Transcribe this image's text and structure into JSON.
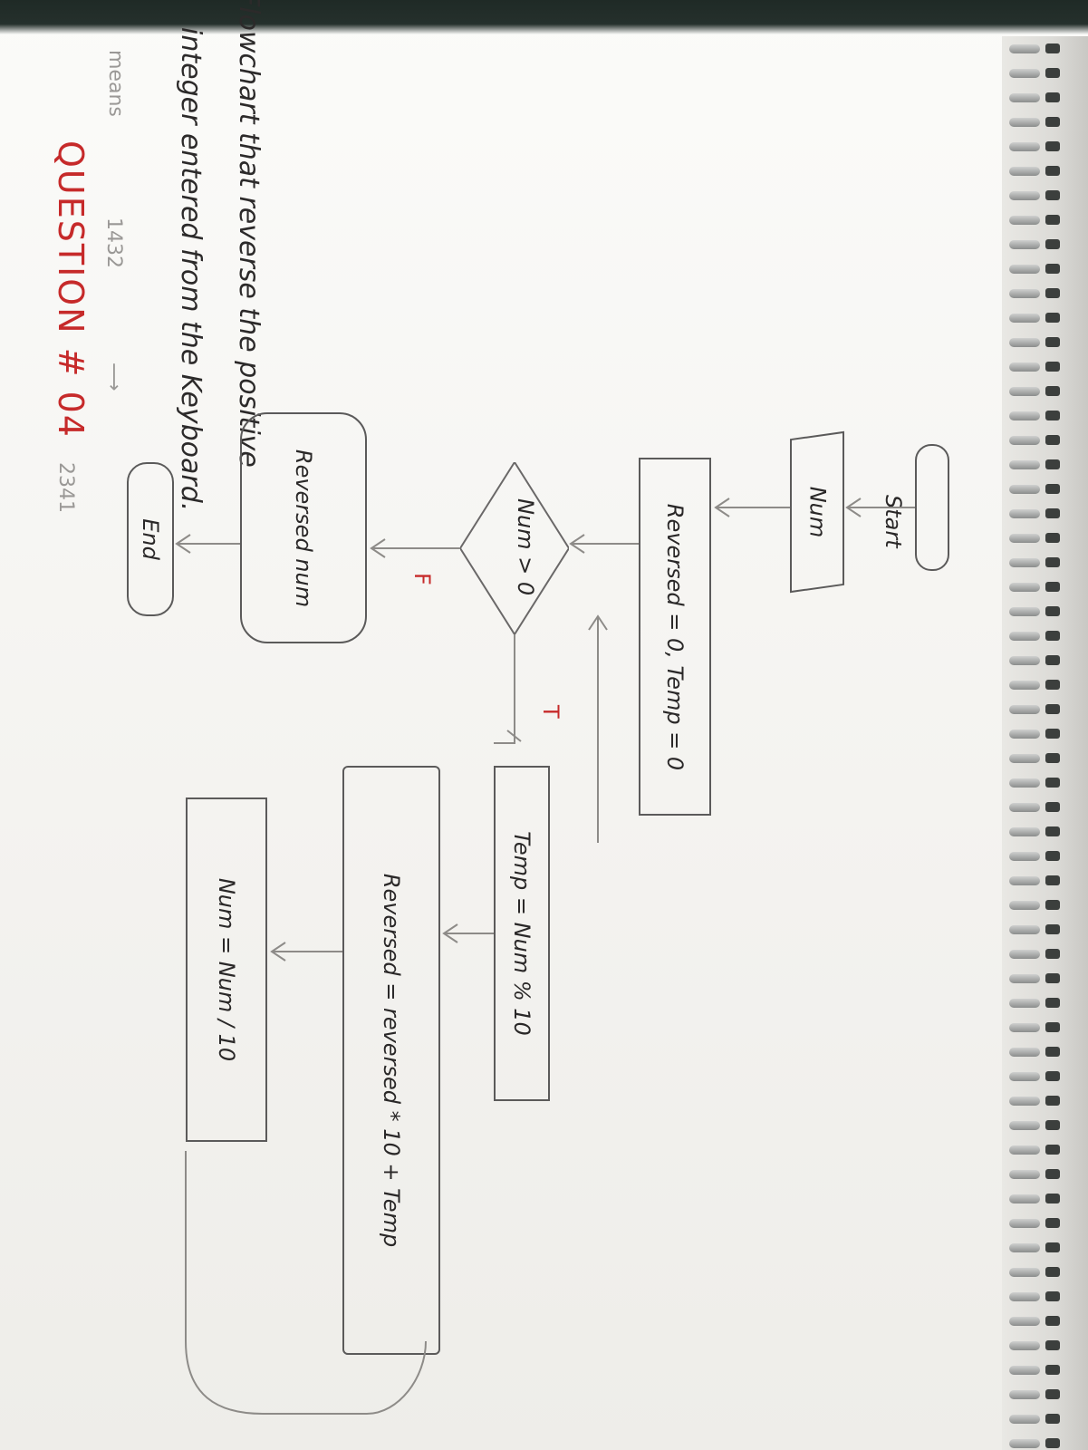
{
  "header": {
    "line1": "Flowchart that reverse the positive",
    "line2": "integer entered from the Keyboard.",
    "example_label": "means",
    "example_input": "1432",
    "example_output": "2341",
    "question_heading": "QUESTION # 04"
  },
  "flowchart": {
    "start": "Start",
    "input": "Num",
    "init": "Reversed = 0, Temp = 0",
    "condition": "Num > 0",
    "true_label": "T",
    "false_label": "F",
    "step_temp": "Temp = Num % 10",
    "step_reverse": "Reversed = reversed * 10 + Temp",
    "step_divide": "Num = Num / 10",
    "output": "Reversed num",
    "end": "End"
  },
  "colors": {
    "ink": "#2c2a2a",
    "red_ink": "#c62a2a",
    "pencil": "#8d8b88"
  }
}
